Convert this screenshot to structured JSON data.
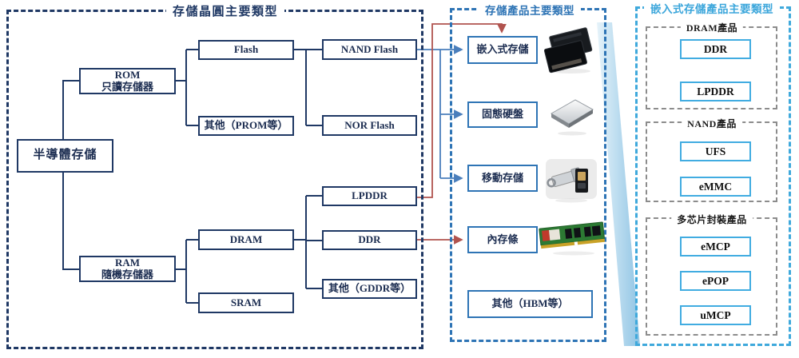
{
  "wafer": {
    "title": "存儲晶圓主要類型",
    "root": "半導體存儲",
    "rom_en": "ROM",
    "rom_zh": "只讀存儲器",
    "ram_en": "RAM",
    "ram_zh": "隨機存儲器",
    "flash": "Flash",
    "prom": "其他（PROM等）",
    "nand": "NAND Flash",
    "nor": "NOR Flash",
    "dram": "DRAM",
    "sram": "SRAM",
    "lpddr": "LPDDR",
    "ddr": "DDR",
    "gddr": "其他（GDDR等）"
  },
  "products": {
    "title": "存儲產品主要類型",
    "embedded": "嵌入式存儲",
    "ssd": "固態硬盤",
    "mobile": "移動存儲",
    "dimm": "內存條",
    "other": "其他（HBM等）"
  },
  "embedded_panel": {
    "title": "嵌入式存儲產品主要類型",
    "groups": [
      {
        "label": "DRAM產品",
        "items": [
          "DDR",
          "LPDDR"
        ]
      },
      {
        "label": "NAND產品",
        "items": [
          "UFS",
          "eMMC"
        ]
      },
      {
        "label": "多芯片封裝產品",
        "items": [
          "eMCP",
          "ePOP",
          "uMCP"
        ]
      }
    ]
  },
  "images": {
    "embedded": "stacked-memory-chips",
    "ssd": "ssd-drive",
    "mobile": "usb-flash-drive",
    "dimm": "ram-module"
  },
  "colors": {
    "navy": "#1f3864",
    "blue": "#2e74b5",
    "light_blue": "#3fa9dc",
    "group_gray": "#8c8c8c",
    "arrow_blue": "#4a7ebb",
    "arrow_red": "#b1534e"
  }
}
